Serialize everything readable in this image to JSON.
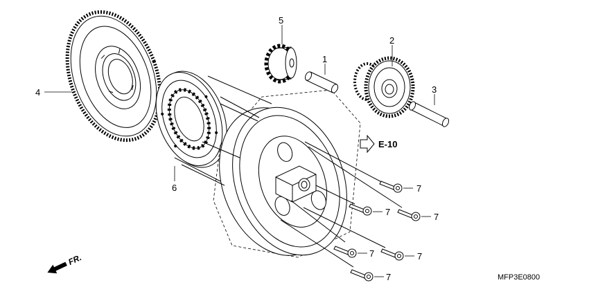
{
  "callouts": {
    "p1": "1",
    "p2": "2",
    "p3": "3",
    "p4": "4",
    "p5": "5",
    "p6": "6",
    "p7a": "7",
    "p7b": "7",
    "p7c": "7",
    "p7d": "7",
    "p7e": "7",
    "p7f": "7"
  },
  "reference": {
    "label": "E-10"
  },
  "direction": {
    "label": "FR."
  },
  "diagram_code": "MFP3E0800"
}
